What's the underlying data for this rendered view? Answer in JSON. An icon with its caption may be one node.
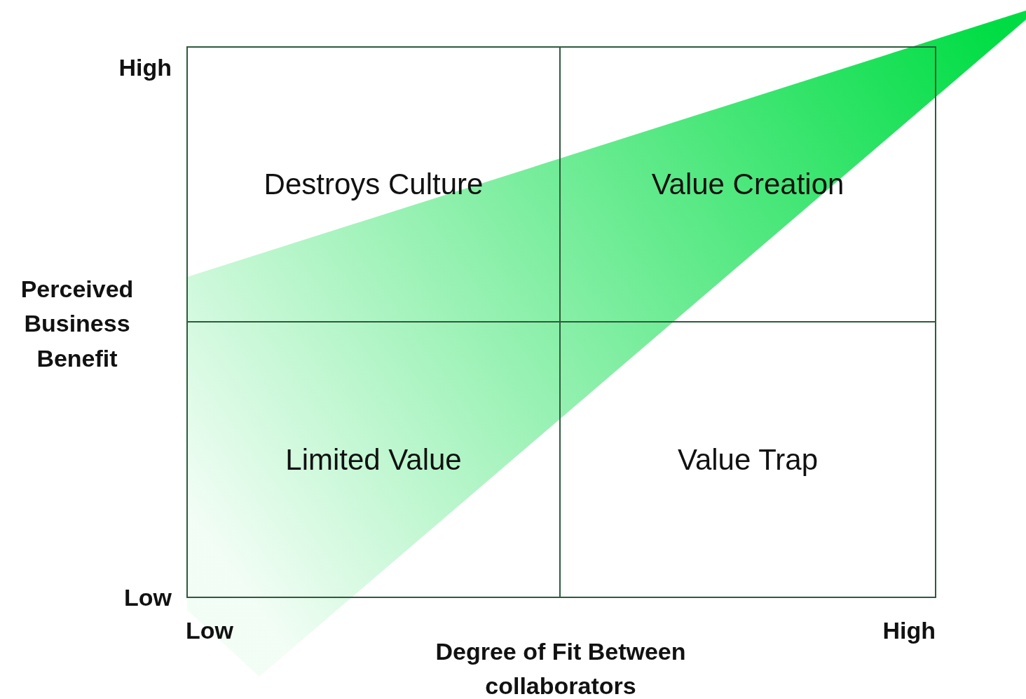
{
  "diagram": {
    "nodes": [
      {
        "text": [
          "Destroys Culture"
        ]
      },
      {
        "text": [
          "Value Creation"
        ]
      },
      {
        "text": [
          "Limited Value"
        ]
      },
      {
        "text": [
          "Value Trap"
        ]
      }
    ],
    "labels": [
      "High",
      "Perceived Business Benefit",
      "Low",
      "Low",
      "High",
      "Degree of Fit Between collaborators"
    ]
  }
}
